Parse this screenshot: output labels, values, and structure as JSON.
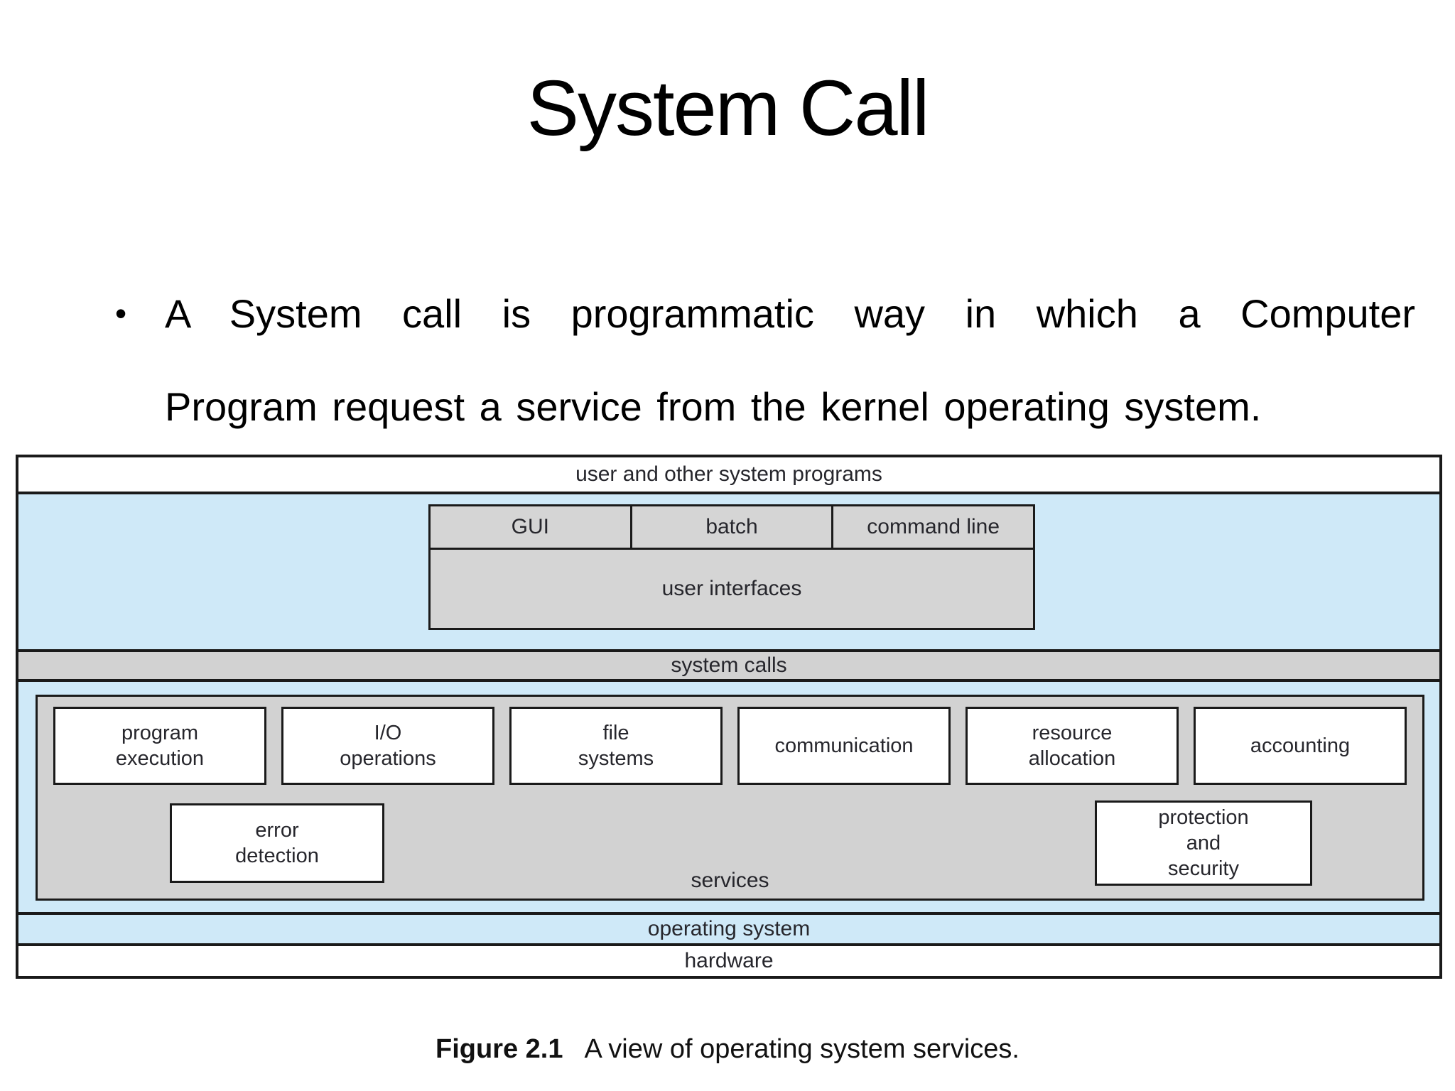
{
  "slide": {
    "title": "System Call",
    "bullet_marker": "•",
    "bullet_line1": "A System call is programmatic way in which a Computer",
    "bullet_line2": "Program request a service from the kernel operating system."
  },
  "figure": {
    "bands": {
      "user_programs": "user and other system programs",
      "system_calls": "system calls",
      "operating_system": "operating system",
      "hardware": "hardware"
    },
    "user_interfaces": {
      "cells": [
        "GUI",
        "batch",
        "command line"
      ],
      "label": "user interfaces"
    },
    "services": {
      "row1": [
        "program\nexecution",
        "I/O\noperations",
        "file\nsystems",
        "communication",
        "resource\nallocation",
        "accounting"
      ],
      "row2": [
        "error\ndetection",
        "protection\nand\nsecurity"
      ],
      "label": "services"
    },
    "caption": {
      "label": "Figure 2.1",
      "text": "A view of operating system services."
    },
    "colors": {
      "layer_blue": "#cfe9f8",
      "layer_gray": "#d2d2d2",
      "cell_gray": "#d5d5d5",
      "border": "#1a1a1a"
    }
  }
}
